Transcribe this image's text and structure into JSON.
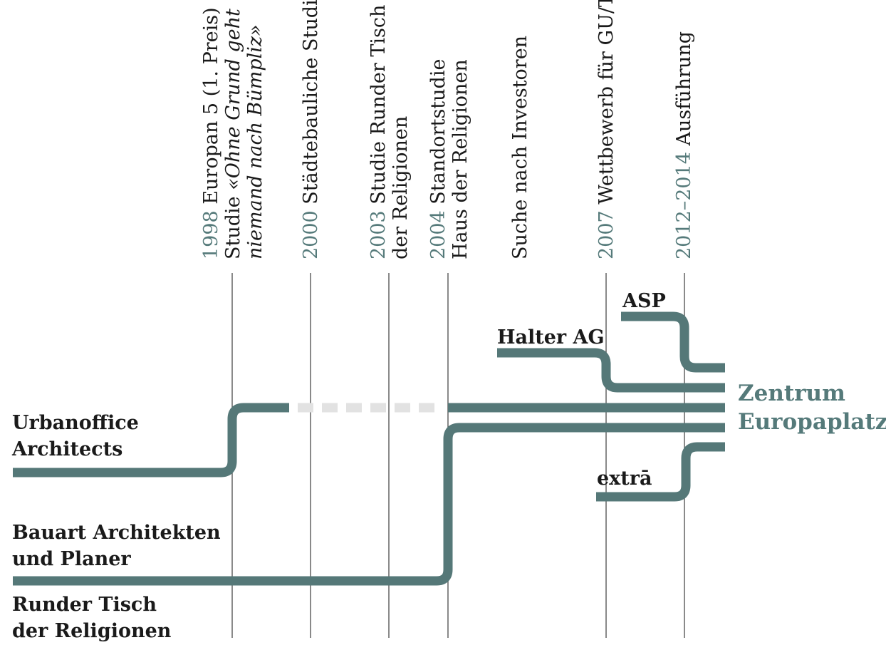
{
  "colors": {
    "track": "#557878",
    "dashed": "#e2e2e2",
    "year": "#557a7a",
    "guide": "#4a4a4a",
    "result": "#557a7a"
  },
  "milestones": [
    {
      "year": "1998",
      "lines": [
        [
          "Europan 5  (1. Preis)"
        ],
        [
          "Studie ",
          "«Ohne Grund geht"
        ],
        [
          "niemand nach Bümpliz»"
        ]
      ]
    },
    {
      "year": "2000",
      "lines": [
        [
          "Städtebauliche Studie"
        ]
      ]
    },
    {
      "year": "2003",
      "lines": [
        [
          "Studie Runder Tisch"
        ],
        [
          "der Religionen"
        ]
      ]
    },
    {
      "year": "2004",
      "lines": [
        [
          "Standortstudie"
        ],
        [
          "Haus der Religionen"
        ]
      ]
    },
    {
      "year": "",
      "lines": [
        [
          "Suche nach Investoren"
        ]
      ]
    },
    {
      "year": "2007",
      "lines": [
        [
          "Wettbewerb für GU/TU"
        ]
      ]
    },
    {
      "year": "2012–2014",
      "lines": [
        [
          "Ausführung"
        ]
      ]
    }
  ],
  "parties": {
    "urbanoffice": [
      "Urbanoffice",
      "Architects"
    ],
    "bauart": [
      "Bauart Architekten",
      "und Planer"
    ],
    "runder_tisch": [
      "Runder Tisch",
      "der Religionen"
    ],
    "halter": "Halter AG",
    "asp": "ASP",
    "extra": "extrā"
  },
  "result": [
    "Zentrum",
    "Europaplatz"
  ]
}
